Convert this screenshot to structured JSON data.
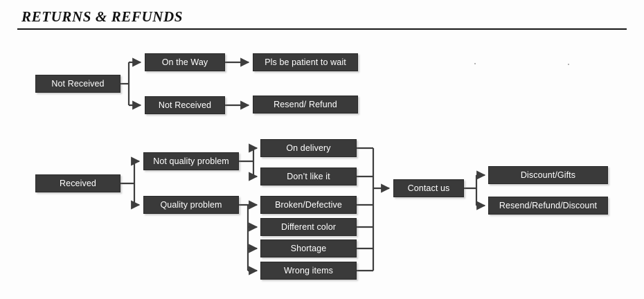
{
  "header": {
    "title": "RETURNS & REFUNDS"
  },
  "colors": {
    "node_fill": "#3a3a3a",
    "node_text": "#ffffff",
    "connector": "#3d3d3d",
    "background": "#fdfdfd",
    "rule": "#161616"
  },
  "diagram": {
    "type": "flowchart",
    "branches": [
      {
        "id": "not-received",
        "root": "Not Received",
        "steps": [
          {
            "status": "On the Way",
            "action": "Pls be patient to wait"
          },
          {
            "status": "Not Received",
            "action": "Resend/ Refund"
          }
        ]
      },
      {
        "id": "received",
        "root": "Received",
        "categories": [
          {
            "label": "Not quality problem",
            "issues": [
              "On delivery",
              "Don’t like it"
            ]
          },
          {
            "label": "Quality problem",
            "issues": [
              "Broken/Defective",
              "Different color",
              "Shortage",
              "Wrong items"
            ]
          }
        ],
        "contact": "Contact us",
        "resolutions": [
          "Discount/Gifts",
          "Resend/Refund/Discount"
        ]
      }
    ]
  },
  "nodes": {
    "not_received_root": "Not Received",
    "on_the_way": "On the Way",
    "not_received_status": "Not Received",
    "pls_be_patient": "Pls be patient to wait",
    "resend_refund": "Resend/ Refund",
    "received_root": "Received",
    "not_quality_problem": "Not quality problem",
    "quality_problem": "Quality problem",
    "on_delivery": "On delivery",
    "dont_like_it": "Don’t like it",
    "broken_defective": "Broken/Defective",
    "different_color": "Different color",
    "shortage": "Shortage",
    "wrong_items": "Wrong items",
    "contact_us": "Contact us",
    "discount_gifts": "Discount/Gifts",
    "resend_refund_discount": "Resend/Refund/Discount"
  }
}
